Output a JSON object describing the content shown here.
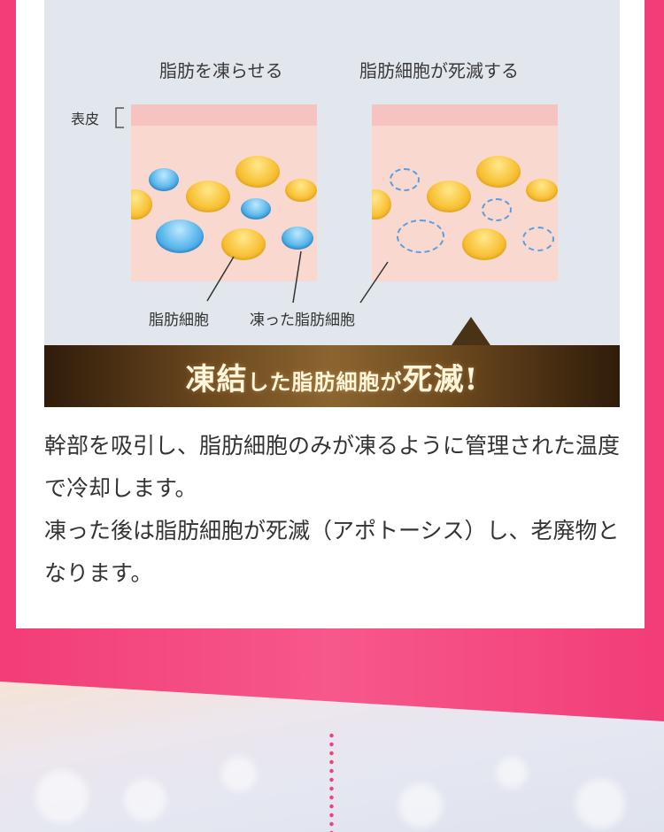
{
  "diagram": {
    "left_title": "脂肪を凍らせる",
    "right_title": "脂肪細胞が死滅する",
    "epidermis_label": "表皮",
    "fat_cell_label": "脂肪細胞",
    "frozen_cell_label": "凍った脂肪細胞",
    "colors": {
      "fat": "#f8c33a",
      "frozen": "#5ab8ec",
      "skin": "#f8d8cf",
      "epidermis": "#f6c3c1"
    }
  },
  "banner": {
    "part1": "凍結",
    "part2": "した脂肪細胞",
    "part3": "が",
    "part4": "死滅",
    "part5": "!"
  },
  "body": {
    "paragraph1": "幹部を吸引し、脂肪細胞のみが凍るように管理された温度で冷却します。",
    "paragraph2": "凍った後は脂肪細胞が死滅（アポトーシス）し、老廃物となります。"
  }
}
